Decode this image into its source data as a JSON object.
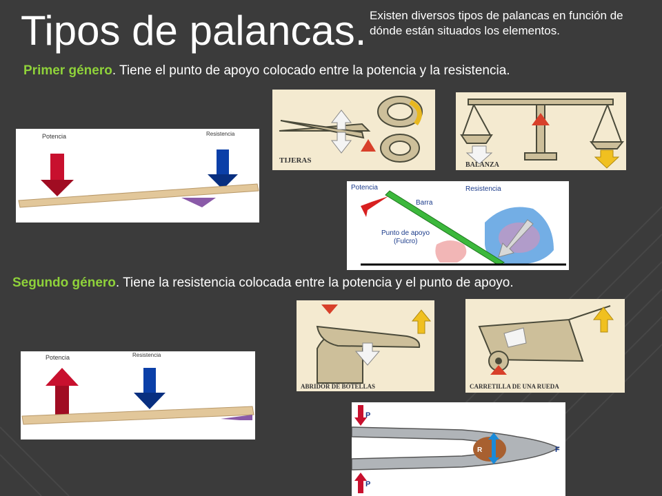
{
  "slide": {
    "title": "Tipos de palancas.",
    "subtitle": "Existen diversos tipos de palancas en función de dónde están situados los elementos."
  },
  "first_class": {
    "genus": "Primer género",
    "description": ". Tiene el punto de apoyo colocado entre la potencia y la resistencia.",
    "lever_diagram": {
      "potencia": "Potencia",
      "resistencia": "Resistencia"
    },
    "examples": [
      {
        "label": "TIJERAS"
      },
      {
        "label": "BALANZA"
      }
    ],
    "rock_diagram": {
      "potencia": "Potencia",
      "barra": "Barra",
      "resistencia": "Resistencia",
      "fulcro_1": "Punto de apoyo",
      "fulcro_2": "(Fulcro)"
    }
  },
  "second_class": {
    "genus": "Segundo género",
    "description": ". Tiene la resistencia colocada entre la potencia y el punto de apoyo.",
    "lever_diagram": {
      "potencia": "Potencia",
      "resistencia": "Resistencia"
    },
    "examples": [
      {
        "label": "ABRIDOR DE BOTELLAS"
      },
      {
        "label": "CARRETILLA DE UNA RUEDA"
      }
    ],
    "nutcracker": {
      "p_top": "P",
      "p_bottom": "P",
      "r": "R",
      "f": "F"
    }
  },
  "colors": {
    "background": "#3b3b3b",
    "accent_green": "#8fd23a",
    "arrow_red": "#c8102e",
    "arrow_blue": "#0b3fa8",
    "arrow_yellow": "#f0c020",
    "fulcrum_purple": "#8a5aa8",
    "plank_wood": "#e2c79a"
  }
}
